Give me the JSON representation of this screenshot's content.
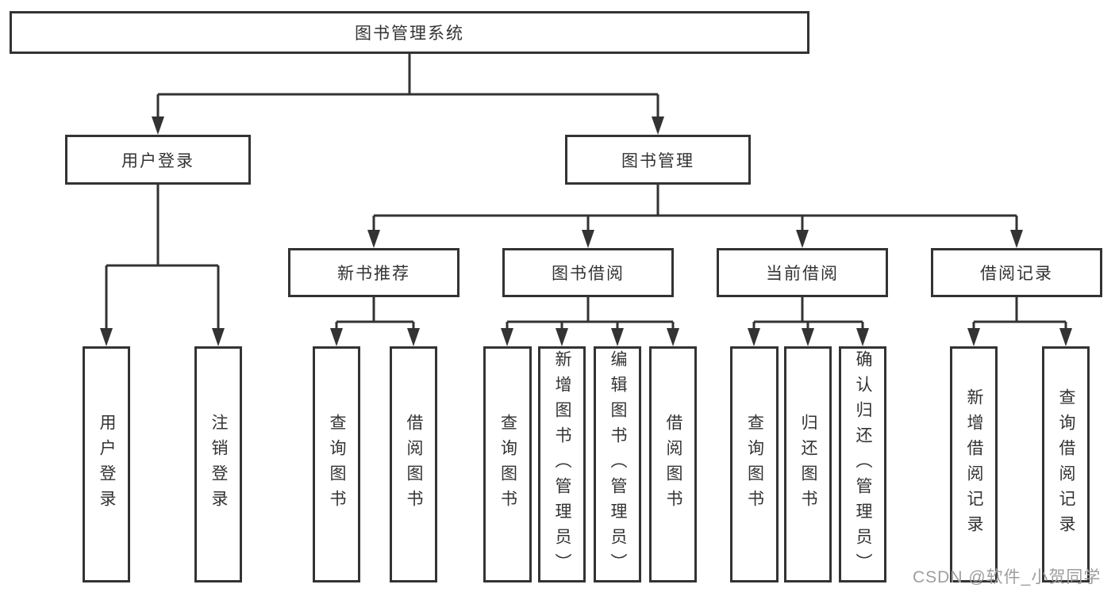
{
  "colors": {
    "line": "#333333",
    "text": "#333333",
    "box_background": "#ffffff",
    "watermark_text": "#9e9e9e"
  },
  "root": {
    "label": "图书管理系统"
  },
  "branches": {
    "user_login": {
      "label": "用户登录",
      "children": {
        "login": {
          "label": "用户登录"
        },
        "logout": {
          "label": "注销登录"
        }
      }
    },
    "book_management": {
      "label": "图书管理",
      "children": {
        "new_book_recommend": {
          "label": "新书推荐",
          "children": {
            "query_books": {
              "label": "查询图书"
            },
            "borrow_books": {
              "label": "借阅图书"
            }
          }
        },
        "book_borrow": {
          "label": "图书借阅",
          "children": {
            "query_books": {
              "label": "查询图书"
            },
            "add_books_admin": {
              "label": "新增图书（管理员）"
            },
            "edit_books_admin": {
              "label": "编辑图书（管理员）"
            },
            "borrow_books": {
              "label": "借阅图书"
            }
          }
        },
        "current_borrow": {
          "label": "当前借阅",
          "children": {
            "query_books": {
              "label": "查询图书"
            },
            "return_books": {
              "label": "归还图书"
            },
            "confirm_return_admin": {
              "label": "确认归还（管理员）"
            }
          }
        },
        "borrow_records": {
          "label": "借阅记录",
          "children": {
            "add_record": {
              "label": "新增借阅记录"
            },
            "query_record": {
              "label": "查询借阅记录"
            }
          }
        }
      }
    }
  },
  "watermark": {
    "label": "CSDN @软件_小贺同学"
  }
}
